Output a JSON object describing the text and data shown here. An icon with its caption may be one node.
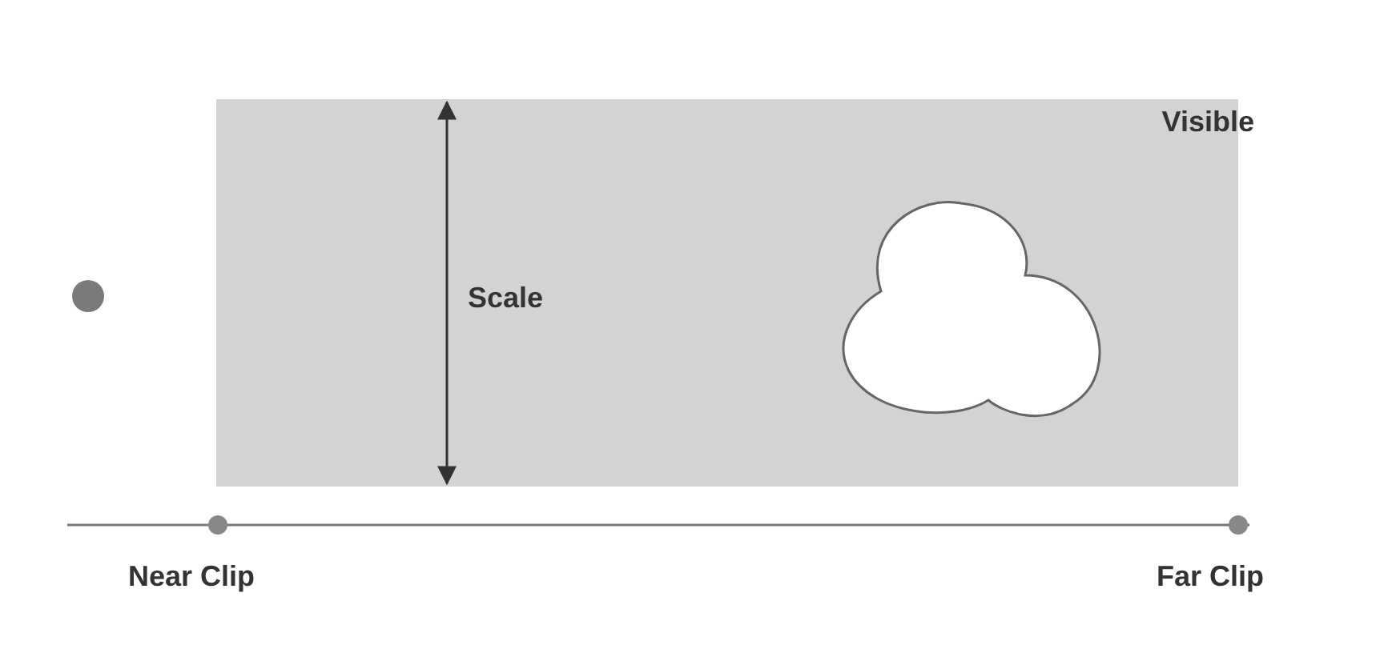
{
  "diagram": {
    "nodes": [
      {
        "text": [
          "Visible"
        ]
      },
      {
        "text": [],
        "shape": "cloud",
        "in": 0
      },
      {
        "text": [],
        "shape": "circle"
      }
    ],
    "labels": [
      "Scale",
      "Near Clip",
      "Far Clip"
    ]
  }
}
